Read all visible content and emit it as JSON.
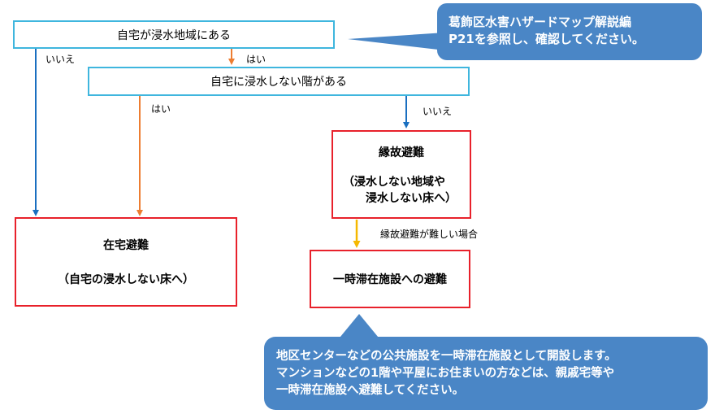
{
  "boxes": {
    "q1": "自宅が浸水地域にある",
    "q2": "自宅に浸水しない階がある",
    "home_title": "在宅避難",
    "home_sub": "（自宅の浸水しない床へ）",
    "relative_title": "縁故避難",
    "relative_sub1": "（浸水しない地域や",
    "relative_sub2": "浸水しない床へ）",
    "temp_title": "一時滞在施設への避難"
  },
  "labels": {
    "q1_no": "いいえ",
    "q1_yes": "はい",
    "q2_yes": "はい",
    "q2_no": "いいえ",
    "relative_hard": "縁故避難が難しい場合"
  },
  "callout_top": {
    "line1": "葛飾区水害ハザードマップ解説編",
    "line2": "P21を参照し、確認してください。"
  },
  "callout_bottom": {
    "line1": "地区センターなどの公共施設を一時滞在施設として開設します。",
    "line2": "マンションなどの1階や平屋にお住まいの方などは、親戚宅等や",
    "line3": "一時滞在施設へ避難してください。"
  },
  "colors": {
    "question_border": "#3fb6de",
    "result_border": "#e8212b",
    "arrow_blue": "#1a6fc0",
    "arrow_orange": "#ed7d31",
    "arrow_yellow": "#f5b800",
    "callout_fill": "#4a86c6"
  }
}
